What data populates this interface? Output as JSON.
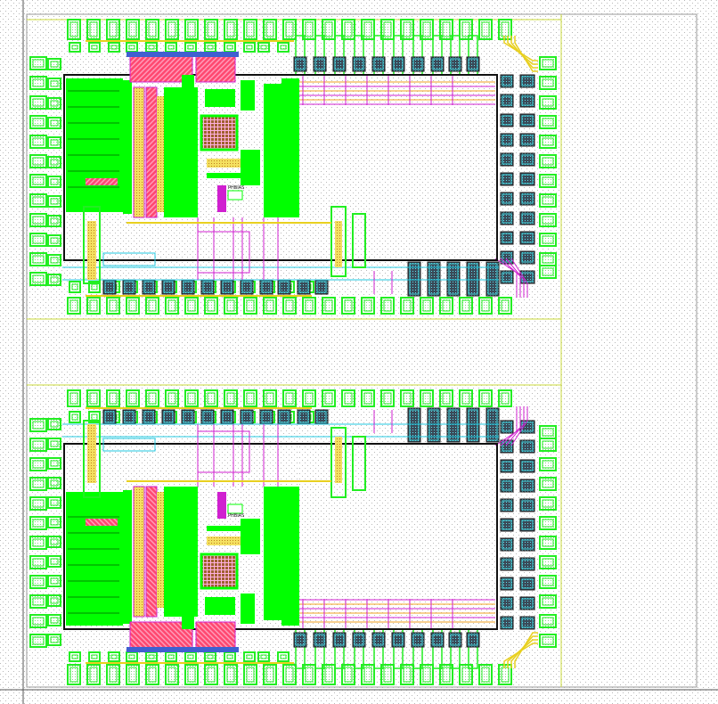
{
  "view": {
    "background": "#ffffff",
    "dot_color": "#b8b8b8",
    "boundary_color": "#c8d83a",
    "crosshair_color": "#555555"
  },
  "colors": {
    "pad_outline": "#22ee22",
    "pad_inner": "#22ee22",
    "metal_green": "#00ff00",
    "metal_red": "#ff3050",
    "metal_magenta": "#d020d0",
    "metal_yellow": "#e8d020",
    "metal_cyan": "#20c8e0",
    "metal_orange": "#f0a020",
    "via_dark": "#303040",
    "via_cyan": "#40d0d8",
    "boundary_black": "#111111",
    "pink_hatch": "#ff80c0",
    "brown": "#8a4a20"
  },
  "cells": [
    {
      "name": "cell-top",
      "mirrored": false
    },
    {
      "name": "cell-bottom",
      "mirrored": true
    }
  ],
  "tiny_labels": [
    "PHBIAS",
    "PHBIAS"
  ]
}
